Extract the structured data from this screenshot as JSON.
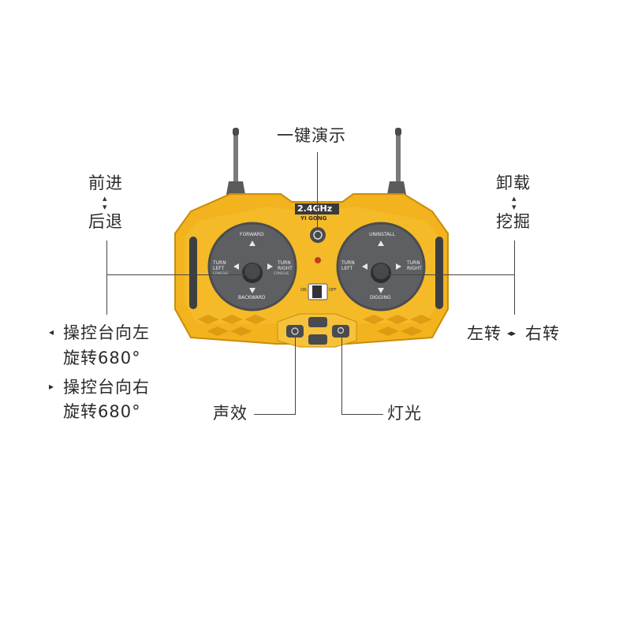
{
  "labels": {
    "demo": "一键演示",
    "forward": "前进",
    "backward": "后退",
    "unload": "卸载",
    "dig": "挖掘",
    "rotate_left_1": "操控台向左",
    "rotate_left_2": "旋转680°",
    "rotate_right_1": "操控台向右",
    "rotate_right_2": "旋转680°",
    "turn_left": "左转",
    "turn_right": "右转",
    "sound": "声效",
    "light": "灯光"
  },
  "remote": {
    "frequency": "2.4GHz",
    "brand": "YI GONG",
    "left_stick": {
      "up": "FORWARD",
      "down": "BACKWARD",
      "left_1": "TURN",
      "left_2": "LEFT",
      "right_1": "TURN",
      "right_2": "RIGHT",
      "left_sub": "CONSOLE",
      "right_sub": "CONSOLE"
    },
    "right_stick": {
      "up": "UNINSTALL",
      "down": "DIGGING",
      "left_1": "TURN",
      "left_2": "LEFT",
      "right_1": "TURN",
      "right_2": "RIGHT"
    },
    "switch_on": "ON",
    "switch_off": "OFF"
  },
  "colors": {
    "body": "#F2B31E",
    "body_dark": "#D9960E",
    "panel": "#5E5F62",
    "button": "#4A4B4E",
    "line": "#444444"
  }
}
